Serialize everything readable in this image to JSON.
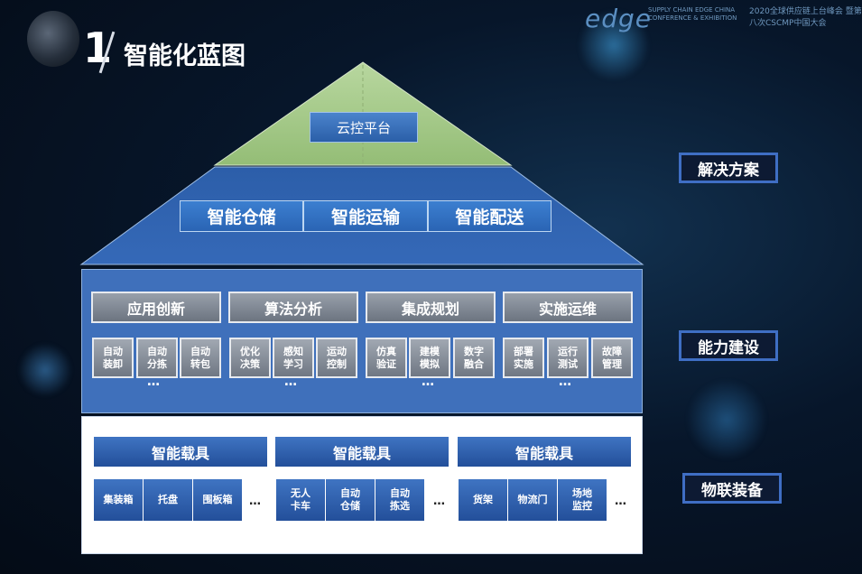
{
  "header": {
    "number": "1",
    "title": "智能化蓝图"
  },
  "logo": {
    "mark": "edge",
    "en_text": "SUPPLY CHAIN EDGE CHINA CONFERENCE & EXHIBITION",
    "cn_text": "2020全球供应链上台峰会 暨第八次CSCMP中国大会"
  },
  "cloud": {
    "label": "云控平台"
  },
  "solutions": [
    "智能仓储",
    "智能运输",
    "智能配送"
  ],
  "capabilities": [
    {
      "head": "应用创新",
      "items": [
        "自动\n装卸",
        "自动\n分拣",
        "自动\n转包"
      ]
    },
    {
      "head": "算法分析",
      "items": [
        "优化\n决策",
        "感知\n学习",
        "运动\n控制"
      ]
    },
    {
      "head": "集成规划",
      "items": [
        "仿真\n验证",
        "建模\n模拟",
        "数字\n融合"
      ]
    },
    {
      "head": "实施运维",
      "items": [
        "部署\n实施",
        "运行\n测试",
        "故障\n管理"
      ]
    }
  ],
  "ellipsis": "…",
  "iot": [
    {
      "head": "智能载具",
      "items": [
        "集装箱",
        "托盘",
        "围板箱"
      ]
    },
    {
      "head": "智能载具",
      "items": [
        "无人\n卡车",
        "自动\n仓储",
        "自动\n拣选"
      ]
    },
    {
      "head": "智能载具",
      "items": [
        "货架",
        "物流门",
        "场地\n监控"
      ]
    }
  ],
  "side_labels": {
    "solution": "解决方案",
    "capability": "能力建设",
    "iot": "物联装备"
  },
  "colors": {
    "roof_green": "#a6cb8a",
    "band_blue": "#2f63b4",
    "panel_blue": "#3f70bb",
    "label_border": "#3f6ec4"
  }
}
